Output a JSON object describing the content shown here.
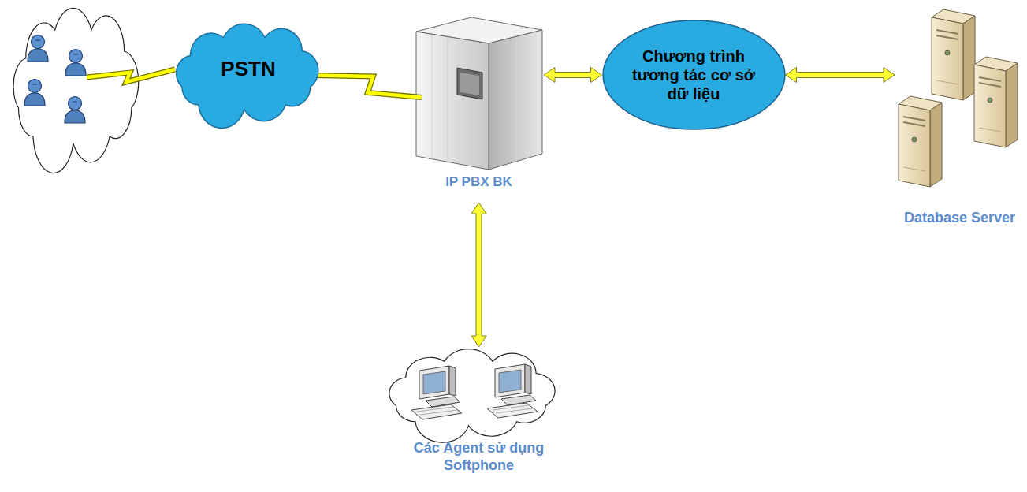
{
  "diagram": {
    "nodes": [
      {
        "text": [
          "PSTN"
        ]
      },
      {
        "text": [
          "IP PBX BK"
        ]
      },
      {
        "text": [
          "Chương trình tương tác cơ sở dữ liệu"
        ]
      },
      {
        "text": [
          "Database Server"
        ]
      },
      {
        "text": [
          "Các Agent sử dụng Softphone"
        ]
      }
    ],
    "edges": [
      {
        "from": 0,
        "to": 1,
        "arrow": "none"
      },
      {
        "from": 1,
        "to": 2,
        "arrow": "both"
      },
      {
        "from": 2,
        "to": 3,
        "arrow": "both"
      },
      {
        "from": 1,
        "to": 4,
        "arrow": "both"
      }
    ]
  }
}
